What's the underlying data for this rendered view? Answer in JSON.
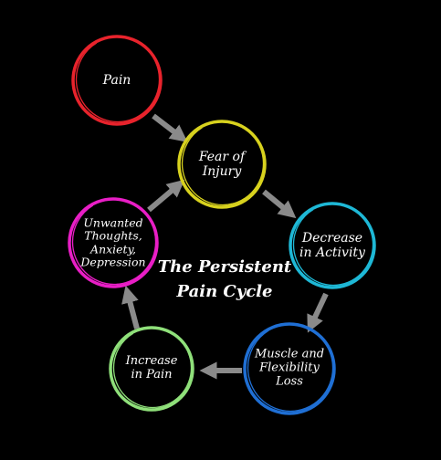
{
  "diagram": {
    "title": "The Persistent\nPain Cycle",
    "nodes": [
      {
        "id": "pain",
        "label": "Pain",
        "color": "#e8232c"
      },
      {
        "id": "fear-of-injury",
        "label": "Fear of\nInjury",
        "color": "#d8d21e"
      },
      {
        "id": "decrease-in-activity",
        "label": "Decrease\nin Activity",
        "color": "#1eb8d6"
      },
      {
        "id": "muscle-flexibility-loss",
        "label": "Muscle and\nFlexibility\nLoss",
        "color": "#1f6fd4"
      },
      {
        "id": "increase-in-pain",
        "label": "Increase\nin Pain",
        "color": "#8fe07a"
      },
      {
        "id": "unwanted-thoughts",
        "label": "Unwanted\nThoughts,\nAnxiety,\nDepression",
        "color": "#e91ec6"
      }
    ],
    "arrow_color": "#8a8a8a"
  }
}
